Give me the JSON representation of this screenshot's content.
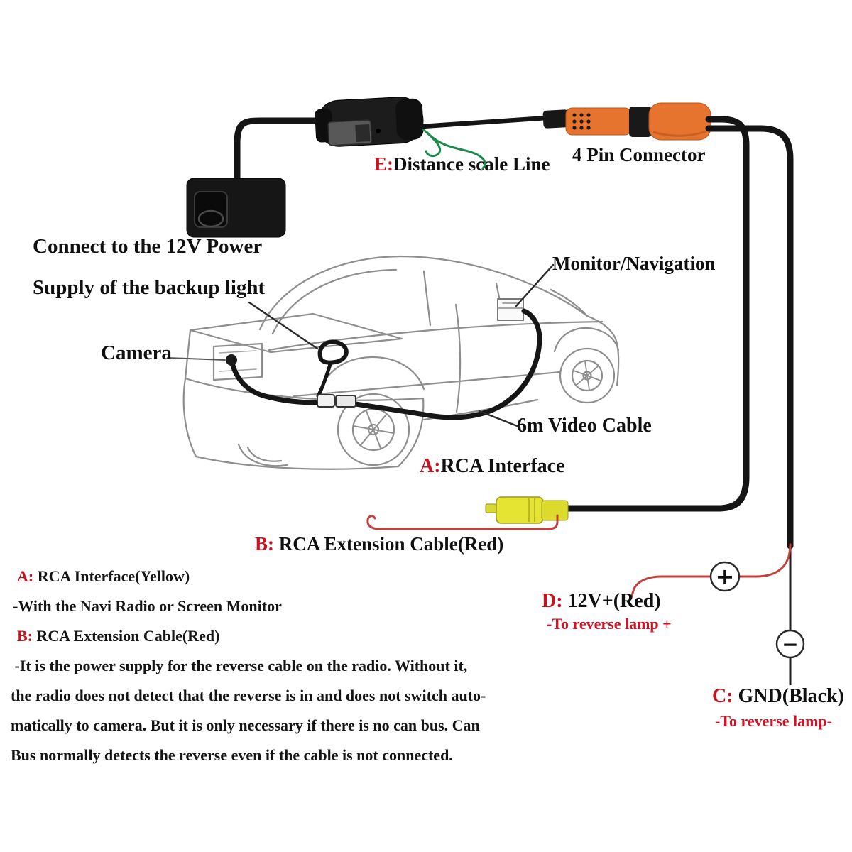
{
  "labels": {
    "connect_line1": "Connect to the 12V Power",
    "connect_line2": "Supply of the backup light",
    "camera": "Camera",
    "distance_prefix": "E:",
    "distance_rest": "Distance scale Line",
    "four_pin_connector": "4 Pin Connector",
    "monitor_navigation": "Monitor/Navigation",
    "video_cable": "6m Video Cable",
    "rca_interface_prefix": "A:",
    "rca_interface_rest": "RCA Interface",
    "rca_extension_prefix": "B:",
    "rca_extension_rest": " RCA Extension Cable(Red)",
    "power_12v_prefix": "D:",
    "power_12v_rest": " 12V+(Red)",
    "power_12v_sub": "-To reverse lamp +",
    "gnd_prefix": "C:",
    "gnd_rest": " GND(Black)",
    "gnd_sub": "-To reverse lamp-",
    "plus_symbol": "+",
    "minus_symbol": "−"
  },
  "notes": [
    {
      "prefix": "A:",
      "text": " RCA Interface(Yellow)"
    },
    {
      "prefix": "",
      "text": "-With the Navi Radio or Screen Monitor"
    },
    {
      "prefix": "B:",
      "text": " RCA Extension Cable(Red)"
    },
    {
      "prefix": "",
      "text": " -It is the power supply for the reverse cable on the radio. Without it,"
    },
    {
      "prefix": "",
      "text": "the radio does not detect that the reverse is in and does not switch auto-"
    },
    {
      "prefix": "",
      "text": "matically to camera. But it is only necessary if there is no can bus. Can"
    },
    {
      "prefix": "",
      "text": "Bus normally detects the reverse even if the cable is not connected."
    }
  ],
  "colors": {
    "red_label": "#c41420",
    "sub_red": "#d41225",
    "wire_red": "#c2403c",
    "wire_green": "#1b8a4a",
    "connector_orange": "#e6742e",
    "rca_yellow": "#e6e432",
    "cable_black": "#141414",
    "sketch_gray": "#8e8e8e"
  }
}
